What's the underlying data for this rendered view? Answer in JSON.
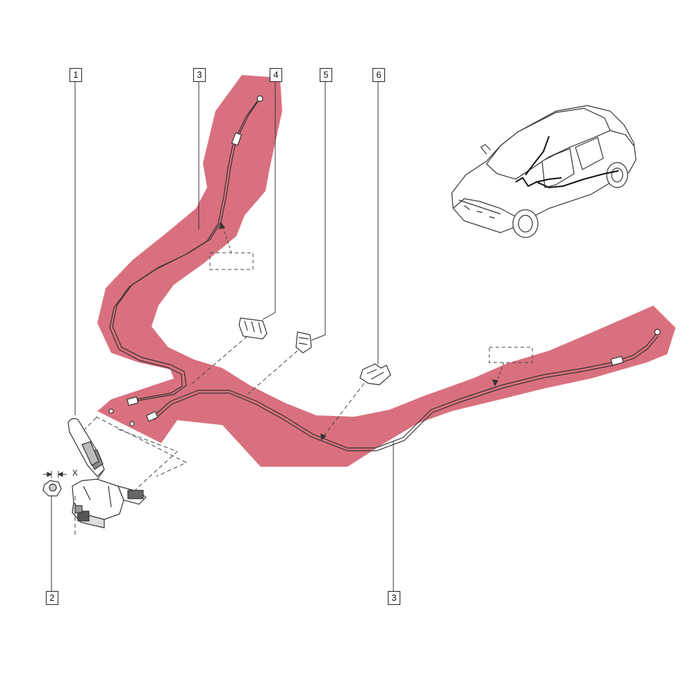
{
  "diagram": {
    "callouts": {
      "c1": "1",
      "c2": "2",
      "c3_top": "3",
      "c3_bottom": "3",
      "c4": "4",
      "c5": "5",
      "c6": "6"
    },
    "dimension_label": "X",
    "colors": {
      "highlight": "#d9707f",
      "line": "#333333",
      "background": "#ffffff"
    },
    "parts": [
      "parking-brake-lever",
      "nut",
      "brake-cable",
      "cable-clip",
      "cable-guide",
      "cable-bracket",
      "car-location-view"
    ]
  }
}
